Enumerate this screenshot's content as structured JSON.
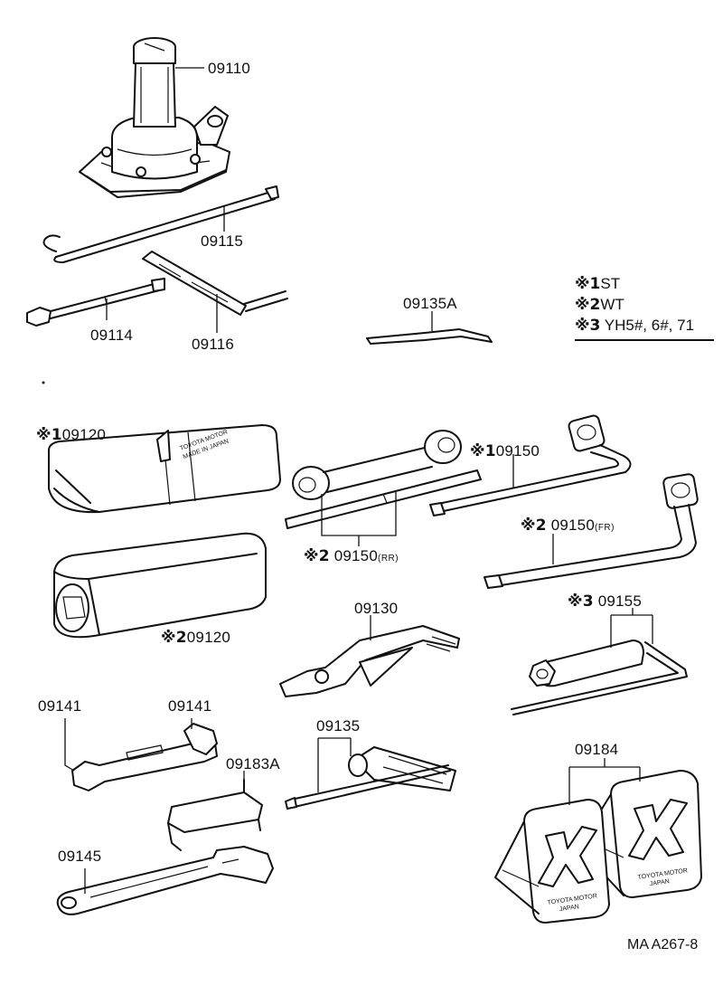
{
  "legend": {
    "entries": [
      {
        "mark": "※1",
        "text": "ST"
      },
      {
        "mark": "※2",
        "text": "WT"
      },
      {
        "mark": "※3",
        "text": "YH5#, 6#, 71"
      }
    ]
  },
  "parts": {
    "jack": "09110",
    "jack_handle": "09115",
    "handle_ext": "09114",
    "jack_lever": "09116",
    "bar_09135a": "09135A",
    "bag_st": {
      "mark": "※1",
      "code": "09120"
    },
    "bag_wt": {
      "mark": "※2",
      "code": "09120"
    },
    "wrench_st": {
      "mark": "※1",
      "code": "09150"
    },
    "wrench_rr": {
      "mark": "※2",
      "code": "09150",
      "suffix": "(RR)"
    },
    "wrench_fr": {
      "mark": "※2",
      "code": "09150",
      "suffix": "(FR)"
    },
    "pliers": "09130",
    "plug_wrench": {
      "mark": "※3",
      "code": "09155"
    },
    "spanner_a": "09141",
    "spanner_b": "09141",
    "screwdriver": "09135",
    "clip": "09183A",
    "chocks": "09184",
    "adjustable": "09145"
  },
  "imprints": {
    "chock_left": [
      "TOYOTA MOTOR",
      "JAPAN"
    ],
    "chock_right": [
      "TOYOTA MOTOR",
      "JAPAN"
    ],
    "bag": [
      "TOYOTA MOTOR",
      "MADE IN JAPAN"
    ]
  },
  "footer": {
    "code": "MA  A267-8"
  }
}
